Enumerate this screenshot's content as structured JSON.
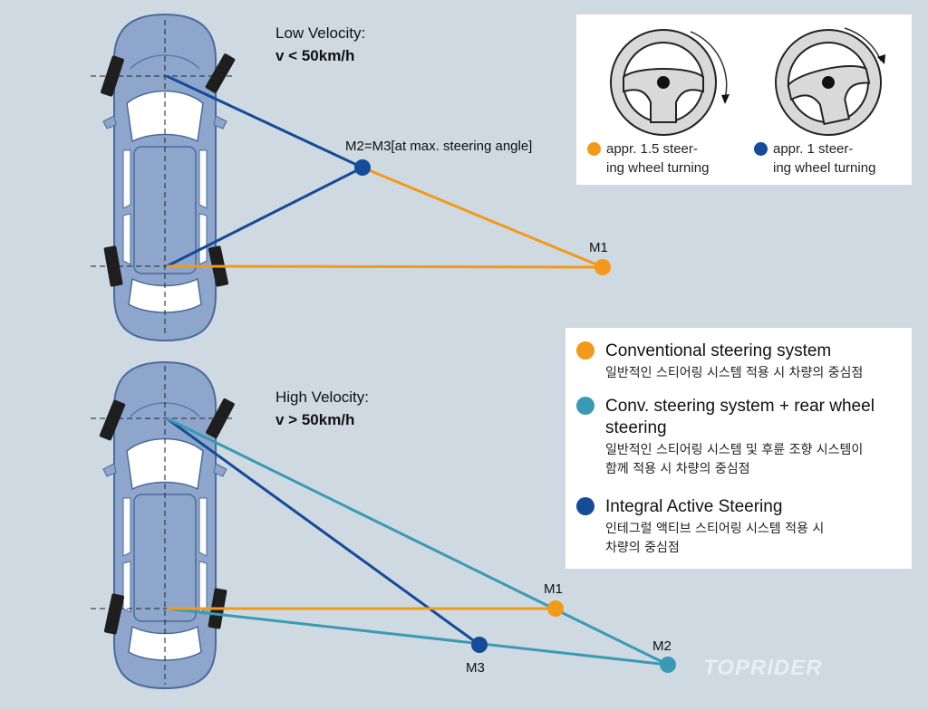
{
  "low": {
    "heading": "Low Velocity:",
    "condition": "v < 50km/h",
    "m_shared_label": "M2=M3[at max. steering angle]",
    "m1_label": "M1"
  },
  "high": {
    "heading": "High Velocity:",
    "condition": "v > 50km/h",
    "m1_label": "M1",
    "m2_label": "M2",
    "m3_label": "M3"
  },
  "steering_wheels": [
    {
      "caption": "appr. 1.5 steer-\ning wheel turning",
      "color": "#f29a1b",
      "icon": "steering-wheel-icon"
    },
    {
      "caption": "appr. 1 steer-\ning wheel turning",
      "color": "#154b97",
      "icon": "steering-wheel-icon"
    }
  ],
  "legend": [
    {
      "title": "Conventional steering system",
      "subtitle": "일반적인 스티어링 시스템 적용 시 차량의 중심점",
      "color": "#f29a1b"
    },
    {
      "title": "Conv. steering system + rear wheel\nsteering",
      "subtitle": "일반적인 스티어링 시스템 및 후륜 조향 시스템이\n함께 적용 시 차량의 중심점",
      "color": "#3a9ab5"
    },
    {
      "title": "Integral Active Steering",
      "subtitle": "인테그럴 액티브 스티어링 시스템 적용 시\n차량의 중심점",
      "color": "#154b97"
    }
  ],
  "watermark": "TOPRIDER",
  "colors": {
    "orange": "#f29a1b",
    "teal": "#3a9ab5",
    "navy": "#154b97",
    "car_body": "#8ea6cc",
    "background": "#cfd9e1"
  }
}
